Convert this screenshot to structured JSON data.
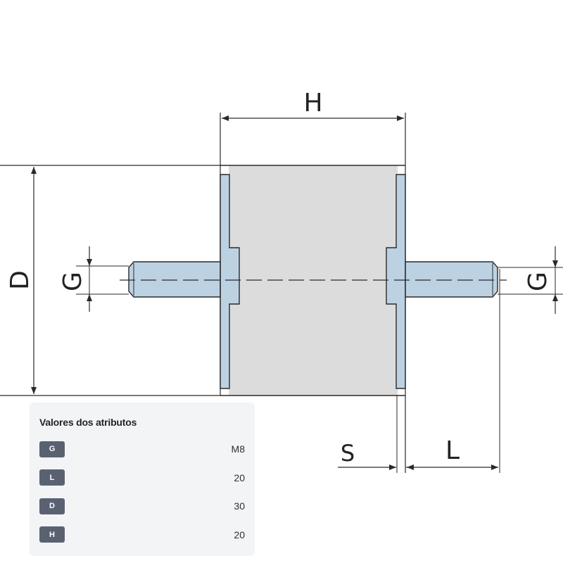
{
  "diagram": {
    "labels": {
      "H": "H",
      "D": "D",
      "G_left": "G",
      "G_right": "G",
      "S": "S",
      "L": "L"
    },
    "colors": {
      "rubber": "#dcdcdc",
      "metal": "#bcd2e3",
      "line": "#2a2a2a"
    }
  },
  "attributes": {
    "title": "Valores dos atributos",
    "rows": [
      {
        "key": "G",
        "value": "M8"
      },
      {
        "key": "L",
        "value": "20"
      },
      {
        "key": "D",
        "value": "30"
      },
      {
        "key": "H",
        "value": "20"
      }
    ]
  }
}
